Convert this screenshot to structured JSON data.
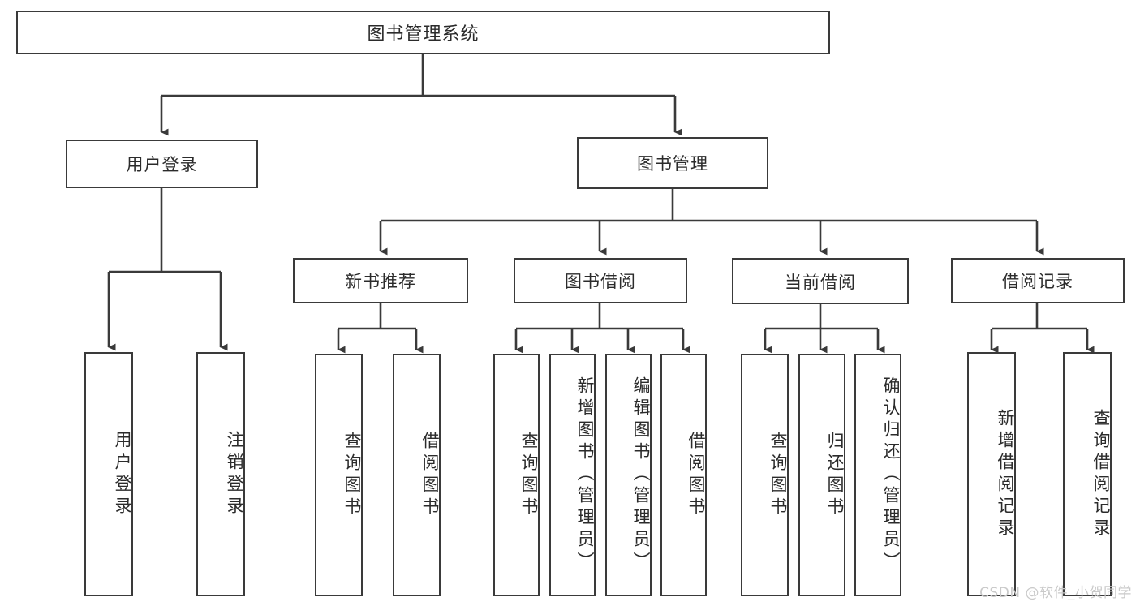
{
  "diagram": {
    "title": "图书管理系统",
    "watermark": "CSDN @软件_小贺同学",
    "accent_color": "#3a3a3a",
    "background": "#ffffff",
    "level1": [
      {
        "label": "用户登录"
      },
      {
        "label": "图书管理"
      }
    ],
    "level2": [
      {
        "label": "新书推荐"
      },
      {
        "label": "图书借阅"
      },
      {
        "label": "当前借阅"
      },
      {
        "label": "借阅记录"
      }
    ],
    "leaves": {
      "user_login": [
        "用户登录",
        "注销登录"
      ],
      "new_book": [
        "查询图书",
        "借阅图书"
      ],
      "book_borrow": [
        "查询图书",
        "新增图书（管理员）",
        "编辑图书（管理员）",
        "借阅图书"
      ],
      "current_borrow": [
        "查询图书",
        "归还图书",
        "确认归还（管理员）"
      ],
      "borrow_record": [
        "新增借阅记录",
        "查询借阅记录"
      ]
    }
  },
  "chart_data": {
    "type": "tree",
    "title": "图书管理系统",
    "root": "图书管理系统",
    "nodes": [
      {
        "id": "root",
        "label": "图书管理系统",
        "level": 0,
        "parent": null
      },
      {
        "id": "n1",
        "label": "用户登录",
        "level": 1,
        "parent": "root"
      },
      {
        "id": "n2",
        "label": "图书管理",
        "level": 1,
        "parent": "root"
      },
      {
        "id": "n1a",
        "label": "用户登录",
        "level": 2,
        "parent": "n1"
      },
      {
        "id": "n1b",
        "label": "注销登录",
        "level": 2,
        "parent": "n1"
      },
      {
        "id": "n2a",
        "label": "新书推荐",
        "level": 2,
        "parent": "n2"
      },
      {
        "id": "n2b",
        "label": "图书借阅",
        "level": 2,
        "parent": "n2"
      },
      {
        "id": "n2c",
        "label": "当前借阅",
        "level": 2,
        "parent": "n2"
      },
      {
        "id": "n2d",
        "label": "借阅记录",
        "level": 2,
        "parent": "n2"
      },
      {
        "id": "n2a1",
        "label": "查询图书",
        "level": 3,
        "parent": "n2a"
      },
      {
        "id": "n2a2",
        "label": "借阅图书",
        "level": 3,
        "parent": "n2a"
      },
      {
        "id": "n2b1",
        "label": "查询图书",
        "level": 3,
        "parent": "n2b"
      },
      {
        "id": "n2b2",
        "label": "新增图书（管理员）",
        "level": 3,
        "parent": "n2b"
      },
      {
        "id": "n2b3",
        "label": "编辑图书（管理员）",
        "level": 3,
        "parent": "n2b"
      },
      {
        "id": "n2b4",
        "label": "借阅图书",
        "level": 3,
        "parent": "n2b"
      },
      {
        "id": "n2c1",
        "label": "查询图书",
        "level": 3,
        "parent": "n2c"
      },
      {
        "id": "n2c2",
        "label": "归还图书",
        "level": 3,
        "parent": "n2c"
      },
      {
        "id": "n2c3",
        "label": "确认归还（管理员）",
        "level": 3,
        "parent": "n2c"
      },
      {
        "id": "n2d1",
        "label": "新增借阅记录",
        "level": 3,
        "parent": "n2d"
      },
      {
        "id": "n2d2",
        "label": "查询借阅记录",
        "level": 3,
        "parent": "n2d"
      }
    ]
  }
}
